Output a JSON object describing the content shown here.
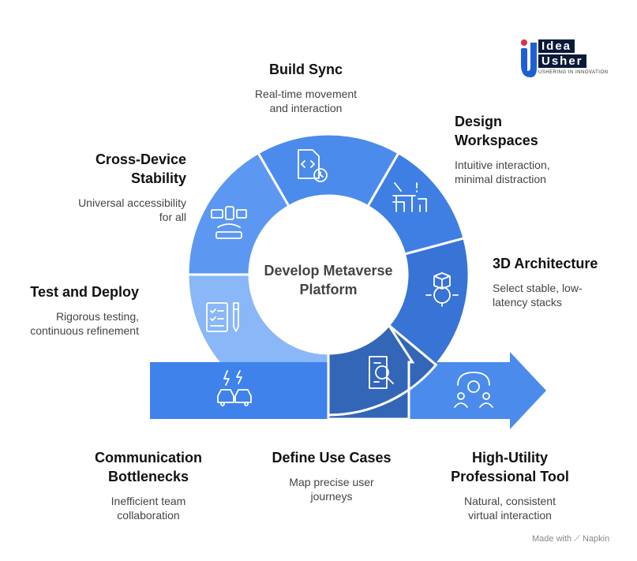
{
  "center": {
    "line1": "Develop Metaverse",
    "line2": "Platform"
  },
  "logo": {
    "word1": "Idea",
    "word2": "Usher",
    "tagline": "USHERING IN INNOVATION"
  },
  "footer": {
    "made_with": "Made with",
    "brand": "Napkin"
  },
  "steps": [
    {
      "id": "build-sync",
      "title1": "Build Sync",
      "title2": "",
      "desc1": "Real-time movement",
      "desc2": "and interaction",
      "icon": "code-clock-icon",
      "color": "#4b8bec"
    },
    {
      "id": "design-workspaces",
      "title1": "Design",
      "title2": "Workspaces",
      "desc1": "Intuitive interaction,",
      "desc2": "minimal distraction",
      "icon": "workspace-desk-icon",
      "color": "#3f7ee3"
    },
    {
      "id": "3d-architecture",
      "title1": "3D Architecture",
      "title2": "",
      "desc1": "Select stable, low-",
      "desc2": "latency stacks",
      "icon": "cube-gear-icon",
      "color": "#3873d6"
    },
    {
      "id": "define-use-cases",
      "title1": "Define Use Cases",
      "title2": "",
      "desc1": "Map precise user",
      "desc2": "journeys",
      "icon": "document-search-icon",
      "color": "#3466b8"
    },
    {
      "id": "test-and-deploy",
      "title1": "Test and Deploy",
      "title2": "",
      "desc1": "Rigorous testing,",
      "desc2": "continuous refinement",
      "icon": "checklist-pen-icon",
      "color": "#8ab7f7"
    },
    {
      "id": "cross-device-stability",
      "title1": "Cross-Device",
      "title2": "Stability",
      "desc1": "Universal accessibility",
      "desc2": "for all",
      "icon": "devices-router-icon",
      "color": "#5c98f2"
    },
    {
      "id": "communication-bottlenecks",
      "title1": "Communication",
      "title2": "Bottlenecks",
      "desc1": "Inefficient team",
      "desc2": "collaboration",
      "icon": "conflict-cars-icon",
      "color": "#3f82ec"
    },
    {
      "id": "high-utility-tool",
      "title1": "High-Utility",
      "title2": "Professional Tool",
      "desc1": "Natural, consistent",
      "desc2": "virtual interaction",
      "icon": "team-gear-icon",
      "color": "#4b8bec"
    }
  ]
}
